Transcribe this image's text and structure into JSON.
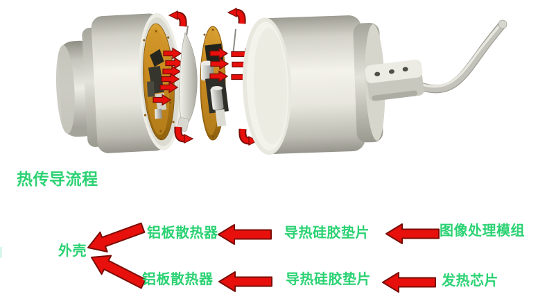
{
  "title": {
    "text": "热传导流程"
  },
  "flow": {
    "target": "外壳",
    "rows": [
      {
        "heatsink": "铝板散热器",
        "pad": "导热硅胶垫片",
        "source": "图像处理模组"
      },
      {
        "heatsink": "铝板散热器",
        "pad": "导热硅胶垫片",
        "source": "发热芯片"
      }
    ]
  },
  "colors": {
    "label_green": "#2bd273",
    "arrow_red": "#e8100c",
    "arrow_outline": "#7a0c06",
    "housing_gray": "#e7e6dd",
    "pcb_gold": "#c08018"
  }
}
